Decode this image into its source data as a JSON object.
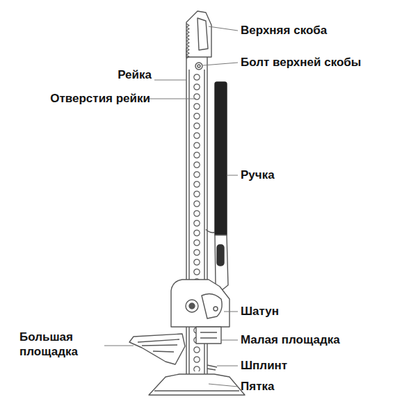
{
  "diagram": {
    "labels": [
      "Верхняя скоба",
      "Болт верхней скобы",
      "Рейка",
      "Отверстия рейки",
      "Ручка",
      "Шатун",
      "Малая площадка",
      "Большая площадка",
      "Шплинт",
      "Пятка"
    ]
  }
}
